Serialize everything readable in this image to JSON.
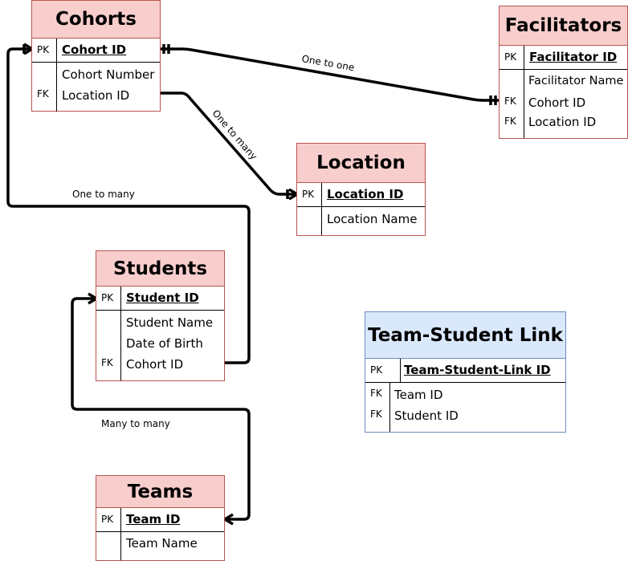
{
  "entities": {
    "cohorts": {
      "title": "Cohorts",
      "pk_tag": "PK",
      "pk": "Cohort ID",
      "attrs": [
        {
          "tag": "",
          "name": "Cohort Number"
        },
        {
          "tag": "FK",
          "name": "Location ID"
        }
      ]
    },
    "facilitators": {
      "title": "Facilitators",
      "pk_tag": "PK",
      "pk": "Facilitator ID",
      "attrs": [
        {
          "tag": "",
          "name": "Facilitator Name"
        },
        {
          "tag": "FK",
          "name": "Cohort ID"
        },
        {
          "tag": "FK",
          "name": "Location ID"
        }
      ]
    },
    "location": {
      "title": "Location",
      "pk_tag": "PK",
      "pk": "Location ID",
      "attrs": [
        {
          "tag": "",
          "name": "Location Name"
        }
      ]
    },
    "students": {
      "title": "Students",
      "pk_tag": "PK",
      "pk": "Student ID",
      "attrs": [
        {
          "tag": "",
          "name": "Student Name"
        },
        {
          "tag": "",
          "name": "Date of Birth"
        },
        {
          "tag": "FK",
          "name": "Cohort ID"
        }
      ]
    },
    "team_student_link": {
      "title": "Team-Student Link",
      "pk_tag": "PK",
      "pk": "Team-Student-Link ID",
      "attrs": [
        {
          "tag": "FK",
          "name": "Team ID"
        },
        {
          "tag": "FK",
          "name": "Student ID"
        }
      ]
    },
    "teams": {
      "title": "Teams",
      "pk_tag": "PK",
      "pk": "Team ID",
      "attrs": [
        {
          "tag": "",
          "name": "Team Name"
        }
      ]
    }
  },
  "relationships": {
    "cohorts_facilitators": "One to one",
    "cohorts_location": "One to many",
    "cohorts_students": "One to many",
    "students_teams": "Many to many"
  },
  "colors": {
    "entity_fill": "#f8cecc",
    "entity_border": "#b85450",
    "link_entity_fill": "#dae8fc",
    "link_entity_border": "#6c8ebf",
    "connector": "#000000"
  }
}
